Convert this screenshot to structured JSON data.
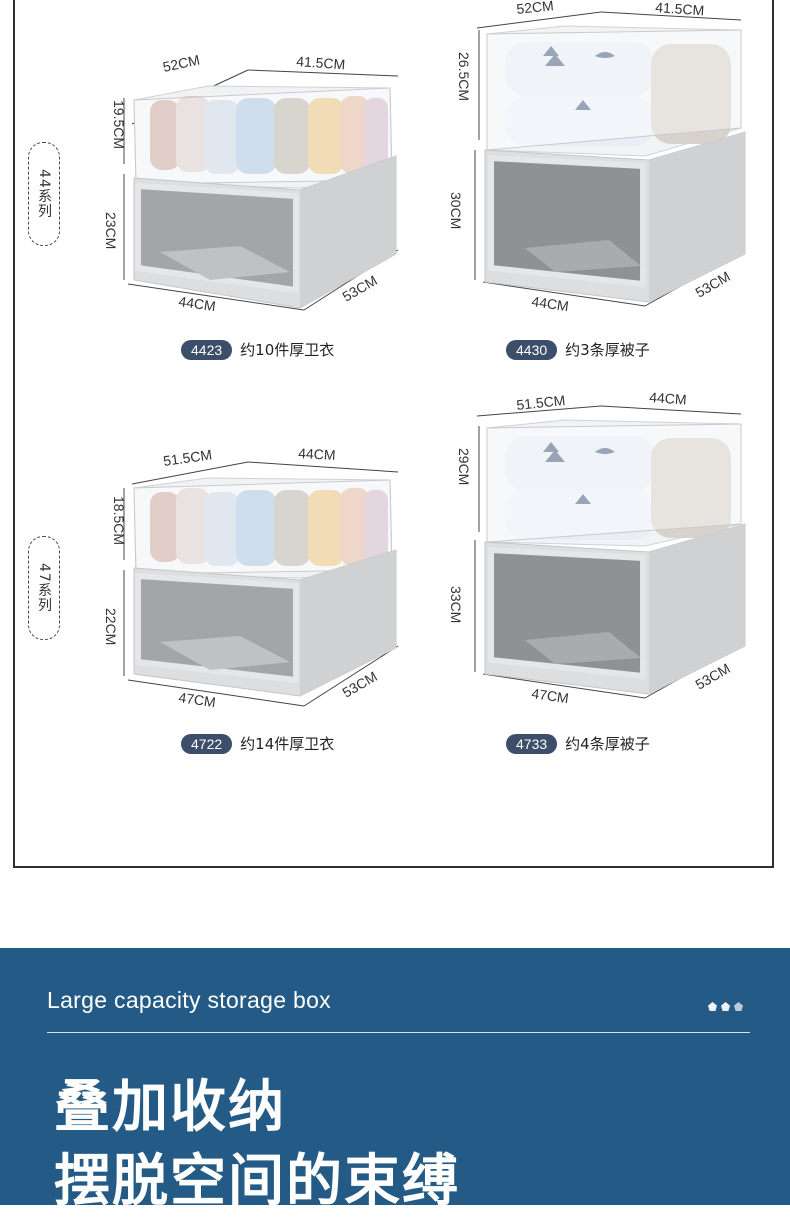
{
  "series": [
    {
      "label": "44系列"
    },
    {
      "label": "47系列"
    }
  ],
  "products": [
    {
      "code": "4423",
      "capacity": "约10件厚卫衣",
      "dims": {
        "top_width": "52CM",
        "top_depth": "41.5CM",
        "top_height": "19.5CM",
        "base_height": "23CM",
        "base_width": "44CM",
        "base_depth": "53CM"
      },
      "content": "clothes"
    },
    {
      "code": "4430",
      "capacity": "约3条厚被子",
      "dims": {
        "top_width": "52CM",
        "top_depth": "41.5CM",
        "top_height": "26.5CM",
        "base_height": "30CM",
        "base_width": "44CM",
        "base_depth": "53CM"
      },
      "content": "quilts"
    },
    {
      "code": "4722",
      "capacity": "约14件厚卫衣",
      "dims": {
        "top_width": "51.5CM",
        "top_depth": "44CM",
        "top_height": "18.5CM",
        "base_height": "22CM",
        "base_width": "47CM",
        "base_depth": "53CM"
      },
      "content": "clothes"
    },
    {
      "code": "4733",
      "capacity": "约4条厚被子",
      "dims": {
        "top_width": "51.5CM",
        "top_depth": "44CM",
        "top_height": "29CM",
        "base_height": "33CM",
        "base_width": "47CM",
        "base_depth": "53CM"
      },
      "content": "quilts"
    }
  ],
  "banner": {
    "subtitle": "Large capacity storage box",
    "headline_1": "叠加收纳",
    "headline_2": "摆脱空间的束缚"
  },
  "colors": {
    "banner_bg": "#245b86",
    "code_badge": "#3d4e6b",
    "drawer_gray": "#d2d4d6",
    "drawer_dark": "#8f9295"
  }
}
